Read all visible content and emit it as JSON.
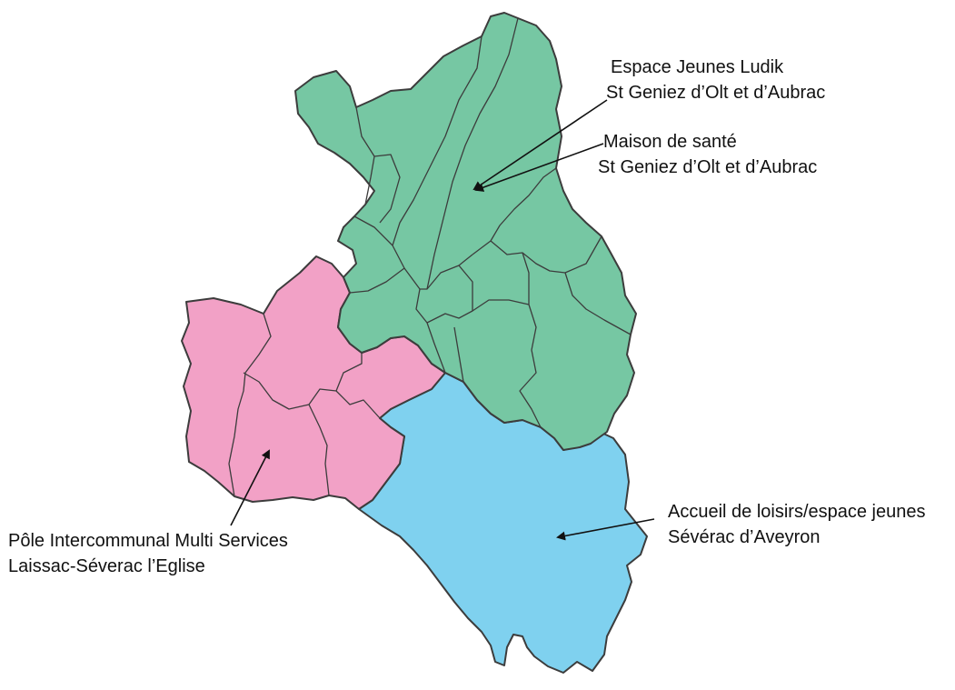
{
  "colors": {
    "north_region": "#76c7a3",
    "west_region": "#f2a1c6",
    "south_region": "#7fd1ef",
    "outline": "#3c3c3c",
    "text": "#111111"
  },
  "annotations": [
    {
      "id": "espace-jeunes",
      "lines": [
        "Espace Jeunes Ludik",
        "St  Geniez d’Olt et d’Aubrac"
      ]
    },
    {
      "id": "maison-sante",
      "lines": [
        "Maison de santé",
        "St Geniez d’Olt et d’Aubrac"
      ]
    },
    {
      "id": "accueil-loisirs",
      "lines": [
        "Accueil de loisirs/espace jeunes",
        "Sévérac d’Aveyron"
      ]
    },
    {
      "id": "pole-intercommunal",
      "lines": [
        "Pôle Intercommunal Multi Services",
        "Laissac-Séverac l’Eglise"
      ]
    }
  ]
}
